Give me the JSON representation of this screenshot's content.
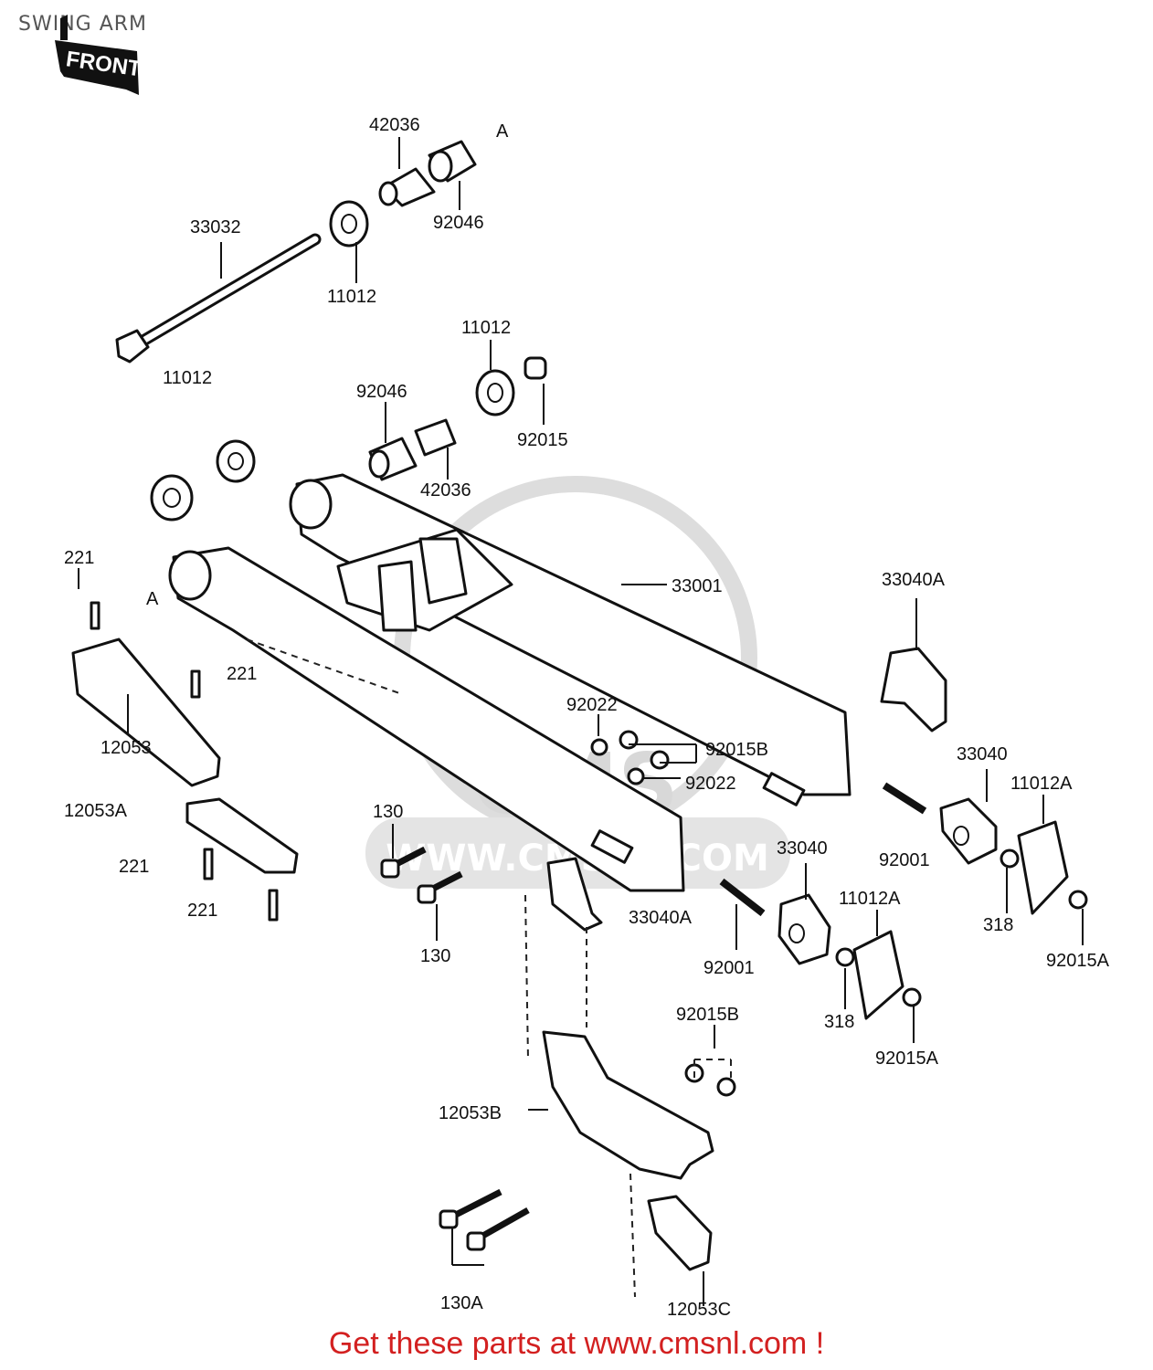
{
  "title": "SWING ARM",
  "front_badge": "FRONT",
  "watermark": {
    "brand": "CMS",
    "url": "WWW.CMSNL.COM"
  },
  "cta": "Get these parts at www.cmsnl.com !",
  "labels": {
    "p42036_top": "42036",
    "ref_a_top": "A",
    "p33032": "33032",
    "p92046_top": "92046",
    "p11012_mid": "11012",
    "p11012_right": "11012",
    "p11012_left": "11012",
    "p92046_left": "92046",
    "p92015": "92015",
    "p42036_left": "42036",
    "p33001": "33001",
    "p33040A_right": "33040A",
    "p221_a": "221",
    "ref_a_left": "A",
    "p221_b": "221",
    "p12053": "12053",
    "p92022_a": "92022",
    "p92015B_a": "92015B",
    "p92022_b": "92022",
    "p33040_right": "33040",
    "p11012A_right": "11012A",
    "p12053A": "12053A",
    "p130_a": "130",
    "p92001_right": "92001",
    "p221_c": "221",
    "p221_d": "221",
    "p33040_mid": "33040",
    "p318_right": "318",
    "p11012A_mid": "11012A",
    "p33040A_left": "33040A",
    "p92015A_right": "92015A",
    "p130_b": "130",
    "p92001_mid": "92001",
    "p318_mid": "318",
    "p92015B_b": "92015B",
    "p92015A_mid": "92015A",
    "p12053B": "12053B",
    "p130A": "130A",
    "p12053C": "12053C"
  }
}
